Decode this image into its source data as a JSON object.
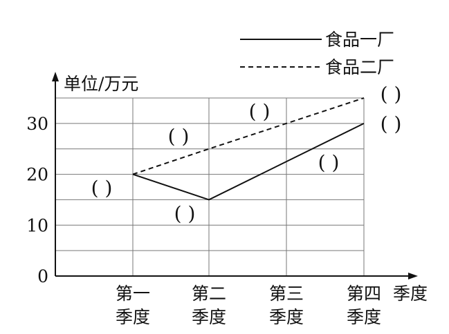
{
  "chart_data": {
    "type": "line",
    "ylabel": "单位/万元",
    "ylim": [
      0,
      35
    ],
    "yticks": [
      0,
      10,
      20,
      30
    ],
    "grid": true,
    "categories": [
      {
        "line1": "第一",
        "line2": "季度"
      },
      {
        "line1": "第二",
        "line2": "季度"
      },
      {
        "line1": "第三",
        "line2": "季度"
      },
      {
        "line1": "第四",
        "line2": "季度"
      }
    ],
    "x_axis_end_label": "季度",
    "legend_position": "top-right",
    "series": [
      {
        "name": "食品一厂",
        "style": "solid",
        "values": [
          20,
          15,
          22.5,
          30
        ]
      },
      {
        "name": "食品二厂",
        "style": "dashed",
        "values": [
          20,
          25,
          30,
          35
        ]
      }
    ],
    "annotations": [
      {
        "text": "(   )",
        "near": "食品一厂-第一季度"
      },
      {
        "text": "(   )",
        "near": "食品二厂-第二季度"
      },
      {
        "text": "(   )",
        "near": "食品一厂-第二季度"
      },
      {
        "text": "(   )",
        "near": "食品二厂-第三季度"
      },
      {
        "text": "(   )",
        "near": "食品一厂-第三季度"
      },
      {
        "text": "(   )",
        "near": "食品二厂-第四季度"
      },
      {
        "text": "(   )",
        "near": "食品一厂-第四季度"
      }
    ]
  }
}
